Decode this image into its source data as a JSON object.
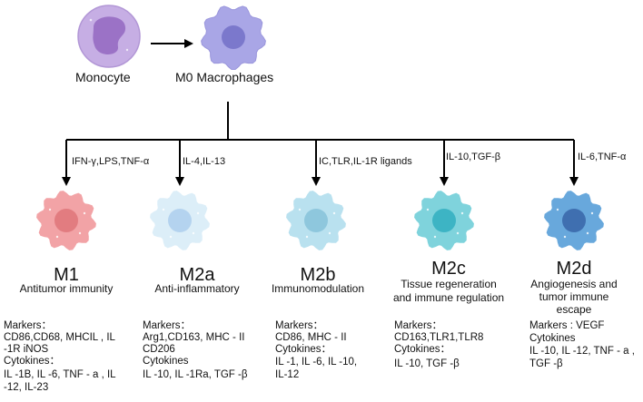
{
  "top": {
    "monocyte_label": "Monocyte",
    "m0_label": "M0 Macrophages"
  },
  "branches": [
    {
      "stimulus": "IFN-γ,LPS,TNF-α",
      "name": "M1",
      "function": [
        "Antitumor immunity"
      ],
      "markers_title": "Markers：",
      "markers": [
        "CD86,CD68, MHCIL , IL",
        "-1R iNOS"
      ],
      "cytokines_title": "Cytokines：",
      "cytokines": [
        " IL -1B, IL -6, TNF - a , IL",
        "-12, IL-23"
      ],
      "color": "#f2a3a6",
      "nucleus": "#e27c80"
    },
    {
      "stimulus": "IL-4,IL-13",
      "name": "M2a",
      "function": [
        "Anti-inflammatory"
      ],
      "markers_title": "Markers：",
      "markers": [
        "Arg1,CD163, MHC - II",
        "CD206"
      ],
      "cytokines_title": "Cytokines",
      "cytokines": [
        " IL -10, IL -1Ra, TGF -β"
      ],
      "color": "#dceef8",
      "nucleus": "#b4d3ef"
    },
    {
      "stimulus": "IC,TLR,IL-1R ligands",
      "name": "M2b",
      "function": [
        "Immunomodulation"
      ],
      "markers_title": "Markers：",
      "markers": [
        "CD86, MHC - II"
      ],
      "cytokines_title": "Cytokines：",
      "cytokines": [
        "IL -1, IL -6, IL -10,",
        "IL-12"
      ],
      "color": "#b9e1ef",
      "nucleus": "#8ec7dd"
    },
    {
      "stimulus": "IL-10,TGF-β",
      "name": "M2c",
      "function": [
        "Tissue regeneration",
        "and immune regulation"
      ],
      "markers_title": "Markers：",
      "markers": [
        "CD163,TLR1,TLR8"
      ],
      "cytokines_title": "Cytokines：",
      "cytokines": [
        "IL -10, TGF -β"
      ],
      "color": "#7fd3dc",
      "nucleus": "#3db4c4"
    },
    {
      "stimulus": "IL-6,TNF-α",
      "name": "M2d",
      "function": [
        "Angiogenesis and",
        "tumor immune",
        "escape"
      ],
      "markers_title": "Markers : VEGF",
      "markers": [],
      "cytokines_title": "Cytokines",
      "cytokines": [
        "IL -10, IL -12, TNF - a ,",
        "TGF -β"
      ],
      "color": "#68a8dc",
      "nucleus": "#3f6fb0"
    }
  ],
  "colors": {
    "monocyte_body": "#c6aee4",
    "monocyte_nucleus": "#9b72c6",
    "m0_body": "#a9a6e6",
    "m0_nucleus": "#7b78cc",
    "line": "#000000"
  },
  "icons": [
    "monocyte-cell-icon",
    "macrophage-cell-icon",
    "arrow-icon"
  ]
}
